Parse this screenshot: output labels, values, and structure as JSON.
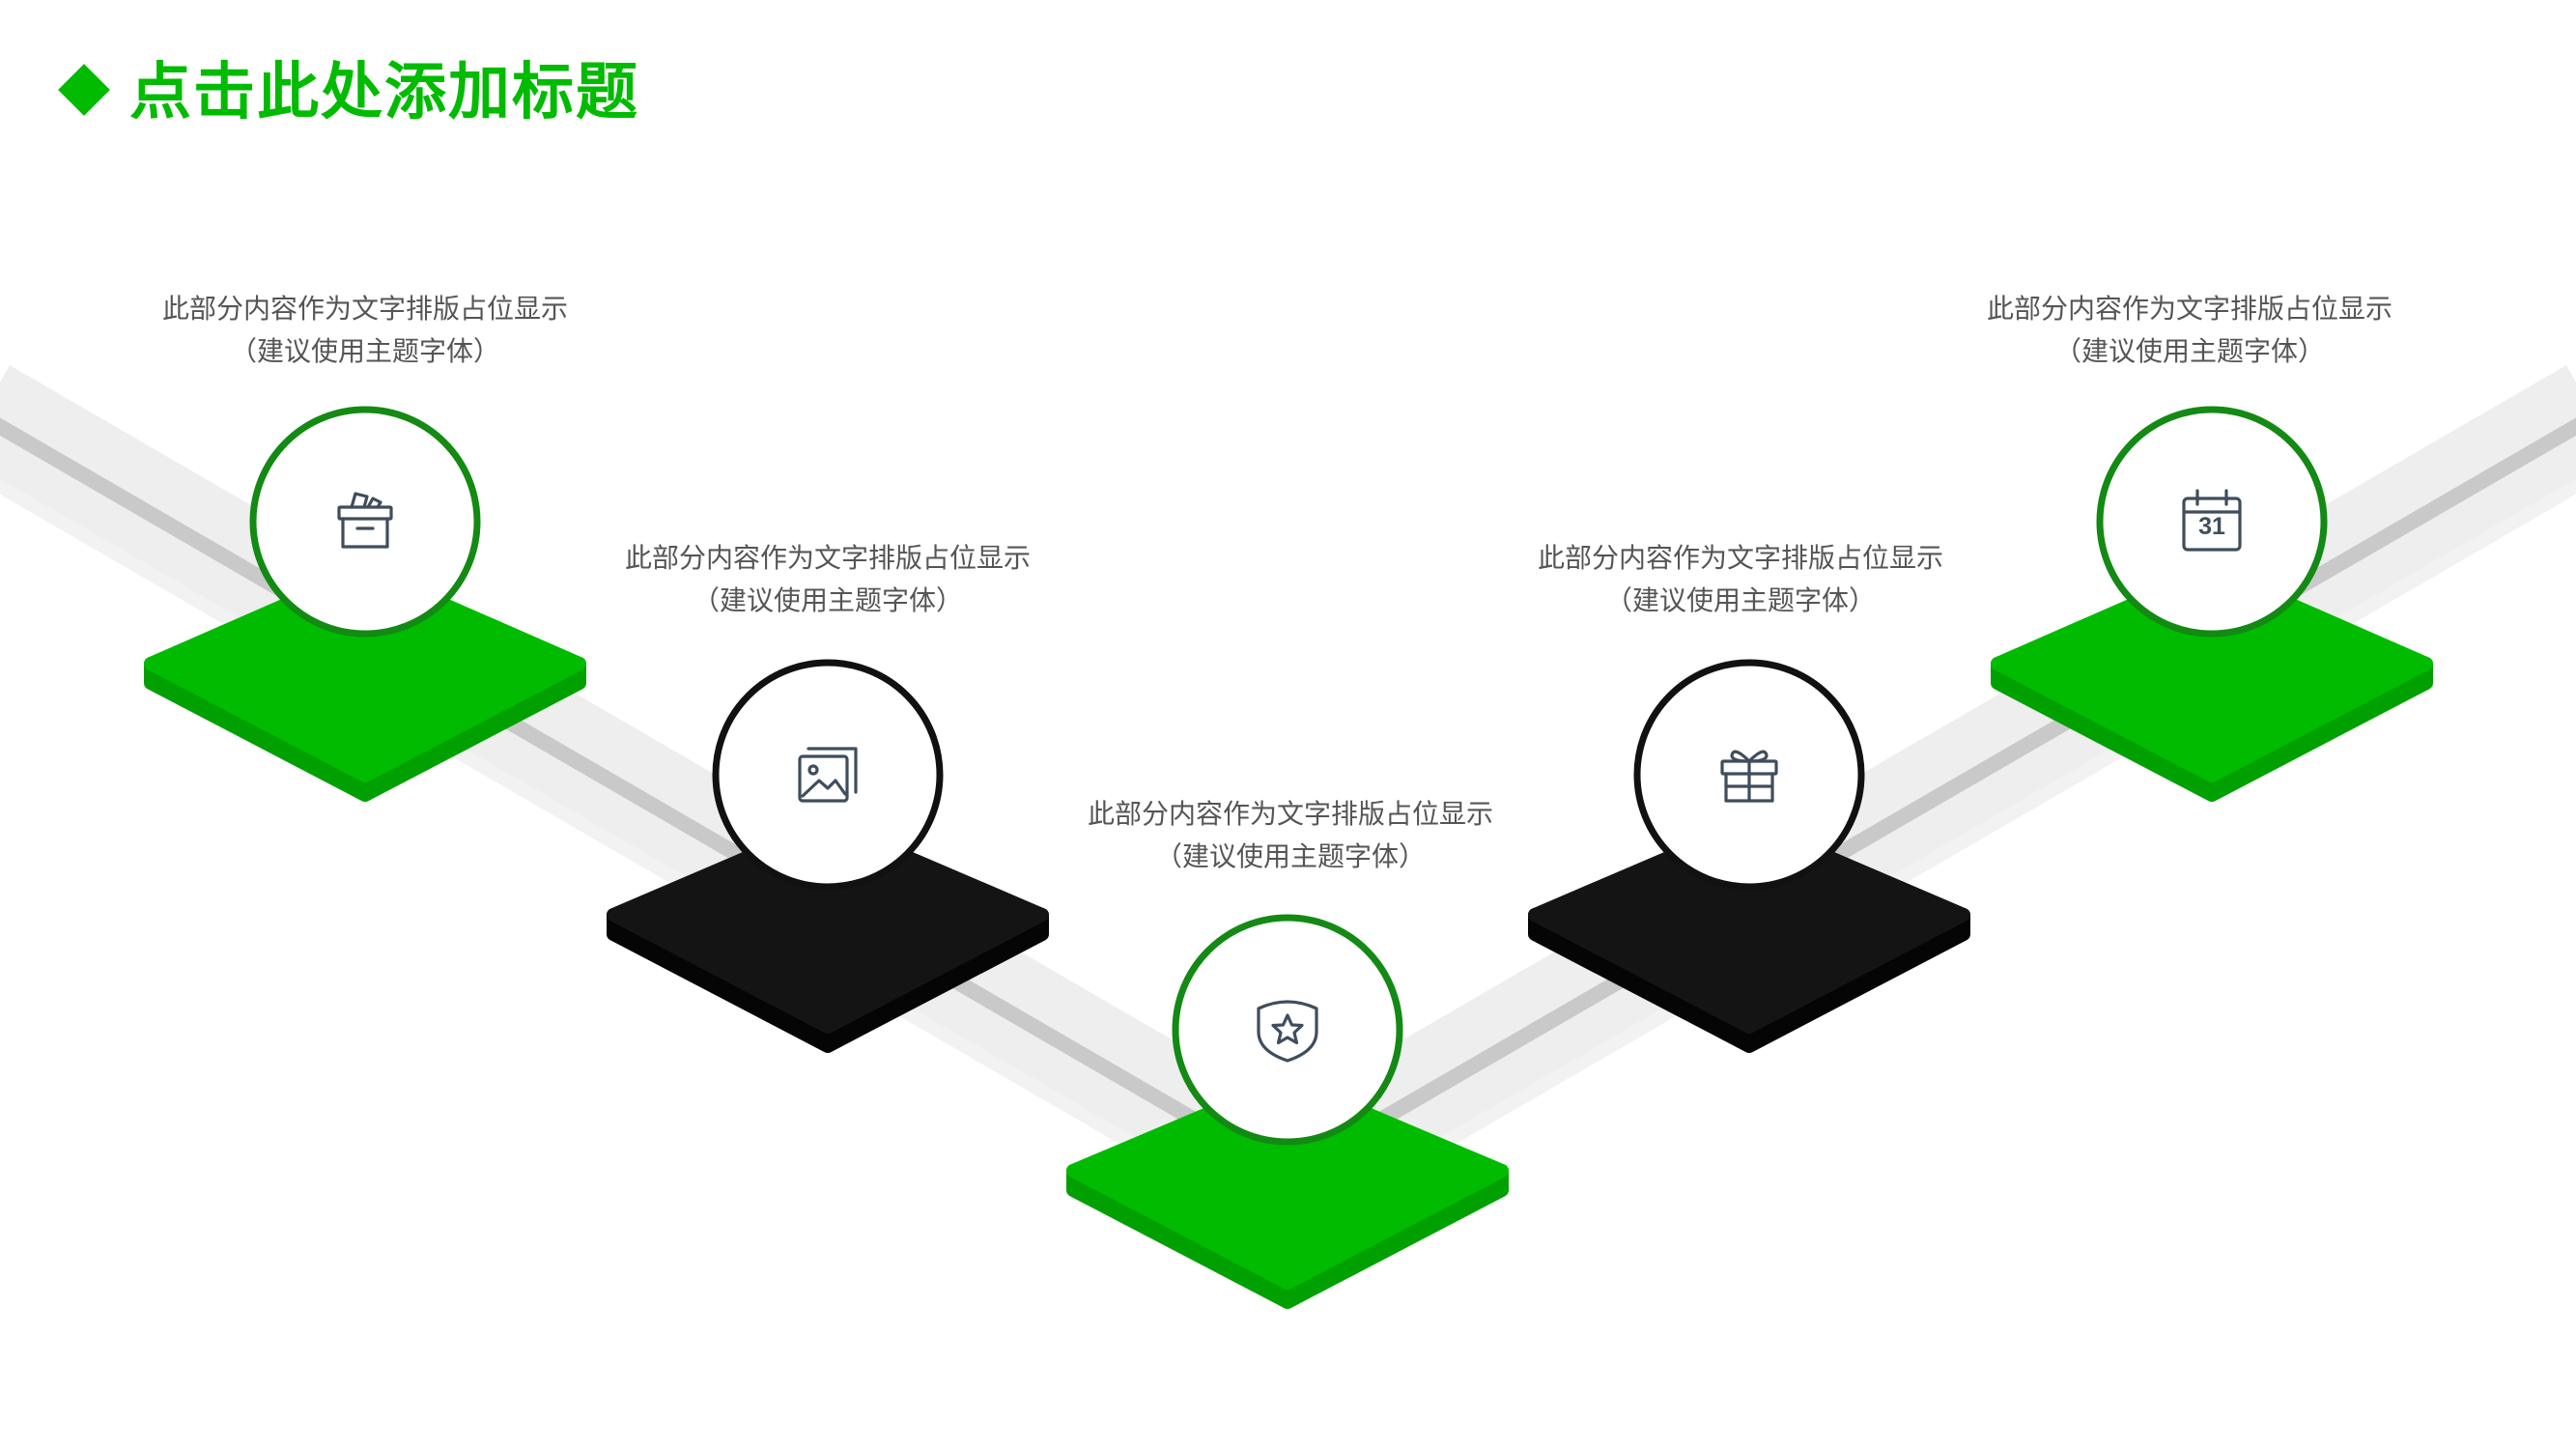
{
  "header": {
    "title": "点击此处添加标题"
  },
  "colors": {
    "accent": "#00BB00",
    "accent_side": "#00A000",
    "accent_ring": "#138A13",
    "dark": "#111111",
    "dark_side": "#050505",
    "track_light": "#EEEEEE",
    "track_dark": "#C8C8C8",
    "icon": "#3F4D5C",
    "caption_text": "#555555"
  },
  "steps": [
    {
      "icon": "archive-box-icon",
      "color": "green",
      "text_line1": "此部分内容作为文字排版占位显示",
      "text_line2": "（建议使用主题字体）"
    },
    {
      "icon": "image-gallery-icon",
      "color": "black",
      "text_line1": "此部分内容作为文字排版占位显示",
      "text_line2": "（建议使用主题字体）"
    },
    {
      "icon": "shield-star-icon",
      "color": "green",
      "text_line1": "此部分内容作为文字排版占位显示",
      "text_line2": "（建议使用主题字体）"
    },
    {
      "icon": "gift-icon",
      "color": "black",
      "text_line1": "此部分内容作为文字排版占位显示",
      "text_line2": "（建议使用主题字体）"
    },
    {
      "icon": "calendar-icon",
      "color": "green",
      "text_line1": "此部分内容作为文字排版占位显示",
      "text_line2": "（建议使用主题字体）",
      "calendar_day": "31"
    }
  ]
}
